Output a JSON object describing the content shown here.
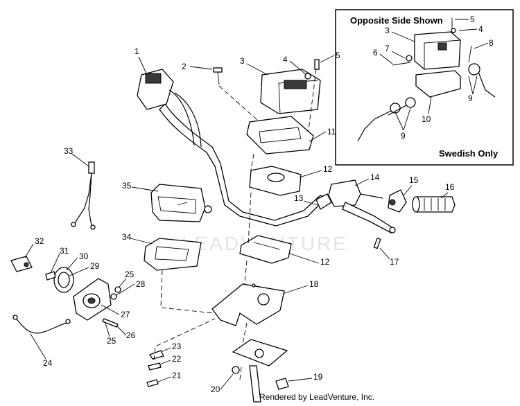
{
  "inset": {
    "title": "Opposite Side Shown",
    "caption": "Swedish Only"
  },
  "watermark": "LEADVENTURE",
  "footer": "Rendered by LeadVenture, Inc.",
  "callouts": [
    "1",
    "2",
    "3",
    "4",
    "5",
    "11",
    "12",
    "13",
    "14",
    "15",
    "16",
    "17",
    "18",
    "19",
    "20",
    "21",
    "22",
    "23",
    "24",
    "25",
    "26",
    "27",
    "28",
    "29",
    "30",
    "31",
    "32",
    "33",
    "34",
    "35"
  ],
  "inset_callouts": [
    "3",
    "4",
    "5",
    "6",
    "7",
    "8",
    "9",
    "9",
    "10"
  ],
  "callouts_extra": [
    "12",
    "25"
  ]
}
